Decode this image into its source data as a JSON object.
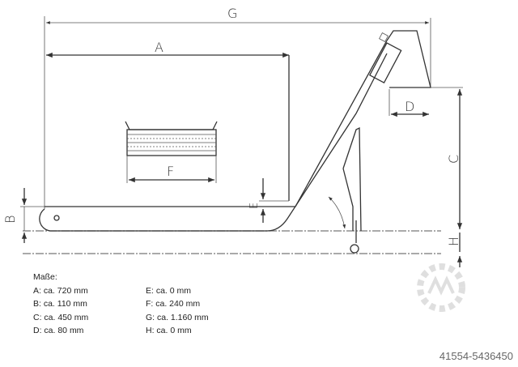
{
  "dimension_labels": {
    "A": "A",
    "B": "B",
    "C": "C",
    "D": "D",
    "E": "E",
    "F": "F",
    "G": "G",
    "H": "H"
  },
  "legend": {
    "title": "Maße:",
    "left": [
      "A: ca. 720 mm",
      "B: ca. 110 mm",
      "C: ca. 450 mm",
      "D: ca. 80 mm"
    ],
    "right": [
      "E: ca. 0 mm",
      "F: ca. 240 mm",
      "G: ca. 1.160 mm",
      "H: ca. 0 mm"
    ]
  },
  "watermark_id": "41554-5436450",
  "colors": {
    "line": "#333333",
    "watermark": "#666666"
  }
}
